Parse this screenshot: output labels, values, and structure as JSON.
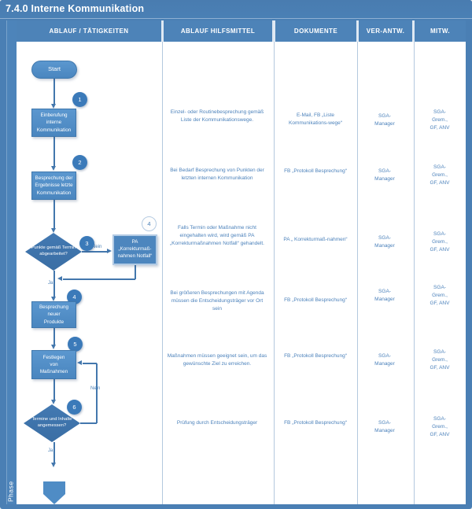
{
  "title": "7.4.0 Interne Kommunikation",
  "phase_label": "Phase",
  "header": [
    "ABLAUF / TÄTIGKEITEN",
    "ABLAUF HILFSMITTEL",
    "DOKUMENTE",
    "VER-ANTW.",
    "MITW."
  ],
  "flow": {
    "start": "Start",
    "steps": {
      "s1": {
        "num": "1",
        "label": "Einberufung interne Kommunikation"
      },
      "s2": {
        "num": "2",
        "label": "Besprechung der Ergebnisse letzte Kommunikation"
      },
      "s3": {
        "num": "3",
        "label": "Punkte gemäß Termin abgearbeitet?",
        "no": "Nein",
        "yes": "Ja"
      },
      "s3a": {
        "num": "4",
        "label": "PA „Korrekturmaß-nahmen Notfall“"
      },
      "s4": {
        "num": "4",
        "label": "Besprechung neuer Produkte"
      },
      "s5": {
        "num": "5",
        "label": "Festlegen von Maßnahmen"
      },
      "s6": {
        "num": "6",
        "label": "Termine und Inhalte angemessen?",
        "no": "Nein",
        "yes": "Ja"
      }
    }
  },
  "cells": {
    "hilfsmittel": [
      "Einzel- oder Routinebesprechung gemäß Liste der Kommunikationswege.",
      "Bei Bedarf Besprechung von Punkten der letzten internen Kommunikation",
      "Falls Termin oder Maßnahme nicht eingehalten wird, wird gemäß  PA „Korrekturmaßnahmen Notfall“ gehandelt.",
      "Bei größeren Besprechungen mit Agenda müssen die Entscheidungsträger vor Ort sein",
      "Maßnahmen müssen geeignet sein, um das gewünschte Ziel zu erreichen.",
      "Prüfung durch Entscheidungsträger"
    ],
    "dokumente": [
      "E-Mail, FB „Liste Kommunikations-wege“",
      "FB „Protokoll Besprechung“",
      "PA „ Korrekturmaß-nahmen“",
      "FB „Protokoll Besprechung“",
      "FB „Protokoll Besprechung“",
      "FB „Protokoll Besprechung“"
    ],
    "verantw": [
      "SGA-Manager",
      "SGA-Manager",
      "SGA-Manager",
      "SGA-Manager",
      "SGA-Manager",
      "SGA-Manager"
    ],
    "mitw": [
      "SGA-Grem., GF, ANV",
      "SGA-Grem., GF, ANV",
      "SGA-Grem., GF, ANV",
      "SGA-Grem., GF, ANV",
      "SGA-Grem., GF, ANV",
      "SGA-Grem., GF, ANV"
    ]
  },
  "colors": {
    "frame_blue": "#4a7fb4",
    "header_blue": "#4d83b8",
    "shape_blue": "#5391c9",
    "cell_text_blue": "#4c82bb"
  }
}
